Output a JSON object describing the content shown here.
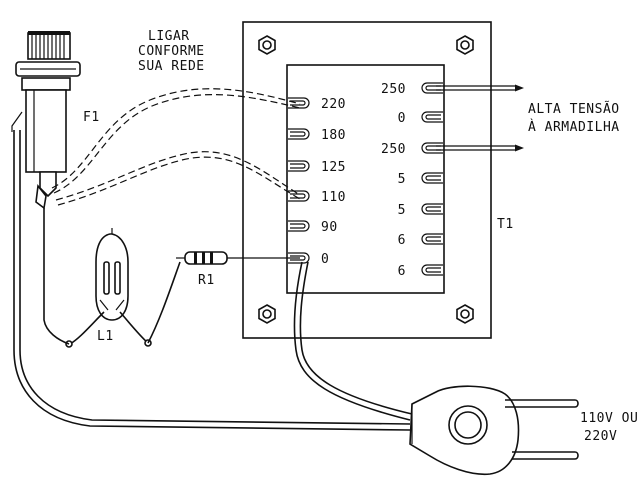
{
  "labels": {
    "note": [
      "LIGAR",
      "CONFORME",
      "SUA REDE"
    ],
    "fuse": "F1",
    "lamp": "L1",
    "resistor": "R1",
    "transformer": "T1",
    "output": [
      "ALTA TENSÃO",
      "À ARMADILHA"
    ],
    "mains": [
      "110V OU",
      "220V"
    ]
  },
  "primary_taps": [
    "220",
    "180",
    "125",
    "110",
    "90",
    "0"
  ],
  "secondary_taps": [
    "250",
    "0",
    "250",
    "5",
    "5",
    "6",
    "6"
  ]
}
